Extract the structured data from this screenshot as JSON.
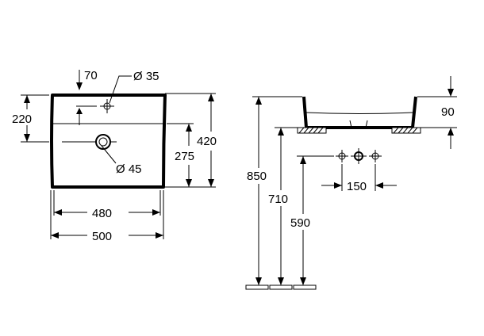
{
  "plan_view": {
    "tap_offset": "70",
    "tap_hole": "Ø 35",
    "depth_to_tap": "220",
    "drain": "Ø 45",
    "drain_depth": "275",
    "overall_depth": "420",
    "inner_width": "480",
    "overall_width": "500"
  },
  "side_view": {
    "basin_height": "90",
    "mount_height_1": "850",
    "mount_height_2": "710",
    "mount_height_3": "590",
    "fitting_spacing": "150"
  },
  "colors": {
    "line": "#000000",
    "background": "#ffffff"
  }
}
